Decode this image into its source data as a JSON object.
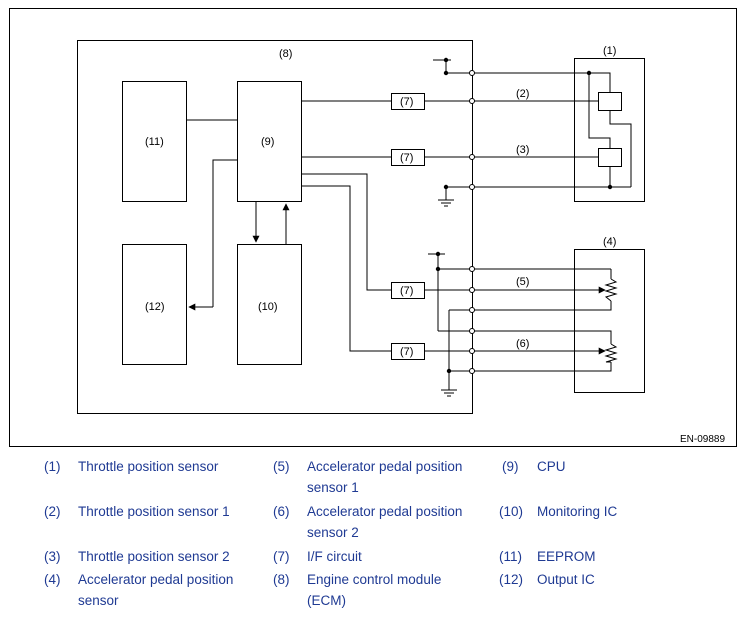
{
  "diagram": {
    "labels": {
      "ecm": "(8)",
      "eeprom": "(11)",
      "cpu": "(9)",
      "output_ic": "(12)",
      "monitoring_ic": "(10)",
      "throttle_sensor": "(1)",
      "pedal_sensor": "(4)",
      "line2": "(2)",
      "line3": "(3)",
      "line5": "(5)",
      "line6": "(6)",
      "if_circuit": "(7)"
    },
    "figure_code": "EN-09889"
  },
  "legend": [
    {
      "num": "(1)",
      "text": "Throttle position sensor"
    },
    {
      "num": "(2)",
      "text": "Throttle position sensor 1"
    },
    {
      "num": "(3)",
      "text": "Throttle position sensor 2"
    },
    {
      "num": "(4)",
      "text": "Accelerator pedal position sensor"
    },
    {
      "num": "(5)",
      "text": "Accelerator pedal position sensor 1"
    },
    {
      "num": "(6)",
      "text": "Accelerator pedal position sensor 2"
    },
    {
      "num": "(7)",
      "text": "I/F circuit"
    },
    {
      "num": "(8)",
      "text": "Engine control module (ECM)"
    },
    {
      "num": "(9)",
      "text": "CPU"
    },
    {
      "num": "(10)",
      "text": "Monitoring IC"
    },
    {
      "num": "(11)",
      "text": "EEPROM"
    },
    {
      "num": "(12)",
      "text": "Output IC"
    }
  ]
}
